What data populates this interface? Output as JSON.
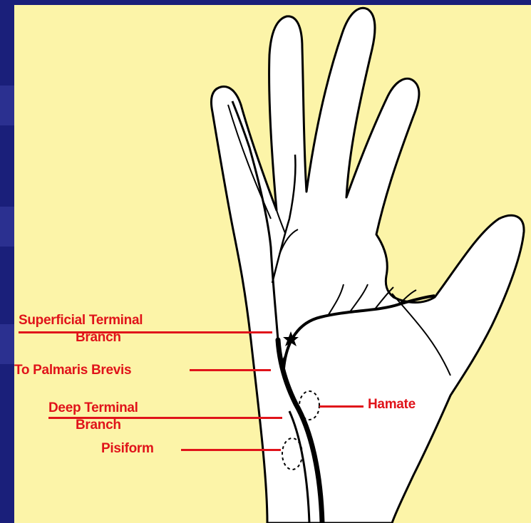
{
  "labels": {
    "superficial_terminal_branch": [
      "Superficial Terminal",
      "Branch"
    ],
    "to_palmaris_brevis": "To Palmaris Brevis",
    "deep_terminal_branch": [
      "Deep Terminal",
      "Branch"
    ],
    "pisiform": "Pisiform",
    "hamate": "Hamate"
  },
  "colors": {
    "slide_background": "#1a1f7a",
    "panel_background": "#fcf4a8",
    "label_red": "#e0131a",
    "hand_fill": "#ffffff",
    "outline": "#000000"
  }
}
